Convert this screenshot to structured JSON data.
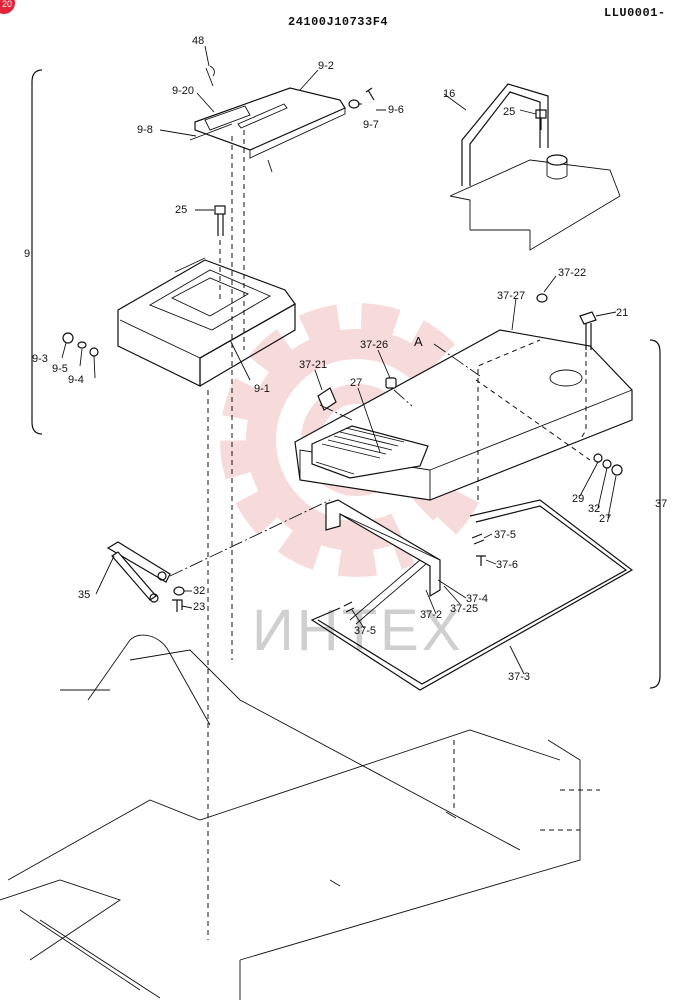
{
  "header": {
    "part_number": "24100J10733F4",
    "page_code": "LLU0001-"
  },
  "corner_badge": "20",
  "watermark": {
    "text": "ИНТЕХ",
    "color": "#f2bcbc"
  },
  "group_labels": {
    "left": "9",
    "right": "37"
  },
  "view_marker": "A",
  "callouts": [
    {
      "id": "c48",
      "text": "48"
    },
    {
      "id": "c9_2",
      "text": "9-2"
    },
    {
      "id": "c9_20",
      "text": "9-20"
    },
    {
      "id": "c9_8",
      "text": "9-8"
    },
    {
      "id": "c9_6",
      "text": "9-6"
    },
    {
      "id": "c9_7",
      "text": "9-7"
    },
    {
      "id": "c16",
      "text": "16"
    },
    {
      "id": "c25a",
      "text": "25"
    },
    {
      "id": "c25b",
      "text": "25"
    },
    {
      "id": "c37_22",
      "text": "37-22"
    },
    {
      "id": "c37_27",
      "text": "37-27"
    },
    {
      "id": "c21",
      "text": "21"
    },
    {
      "id": "c37_26",
      "text": "37-26"
    },
    {
      "id": "c37_21",
      "text": "37-21"
    },
    {
      "id": "c27a",
      "text": "27"
    },
    {
      "id": "c9_3",
      "text": "9-3"
    },
    {
      "id": "c9_5",
      "text": "9-5"
    },
    {
      "id": "c9_4",
      "text": "9-4"
    },
    {
      "id": "c9_1",
      "text": "9-1"
    },
    {
      "id": "c29",
      "text": "29"
    },
    {
      "id": "c32a",
      "text": "32"
    },
    {
      "id": "c27b",
      "text": "27"
    },
    {
      "id": "c37_5a",
      "text": "37-5"
    },
    {
      "id": "c37_6",
      "text": "37-6"
    },
    {
      "id": "c37_4",
      "text": "37-4"
    },
    {
      "id": "c37_2",
      "text": "37-2"
    },
    {
      "id": "c37_25",
      "text": "37-25"
    },
    {
      "id": "c35",
      "text": "35"
    },
    {
      "id": "c32b",
      "text": "32"
    },
    {
      "id": "c23",
      "text": "23"
    },
    {
      "id": "c37_5b",
      "text": "37-5"
    },
    {
      "id": "c37_3",
      "text": "37-3"
    }
  ]
}
